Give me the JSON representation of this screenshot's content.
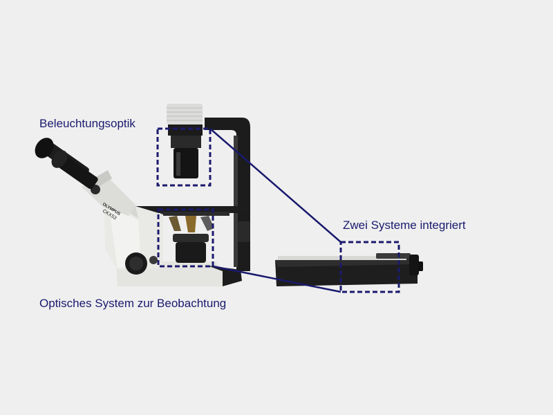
{
  "labels": {
    "illumination_optics": "Beleuchtungsoptik",
    "observation_optics": "Optisches System zur Beobachtung",
    "two_systems": "Zwei Systeme integriert"
  },
  "microscope": {
    "brand": "OLYMPUS",
    "model": "CKX53"
  },
  "colors": {
    "background": "#efefef",
    "annotation": "#1a1a6e",
    "body_white": "#e9e9e6",
    "body_dark": "#1b1b1b"
  }
}
